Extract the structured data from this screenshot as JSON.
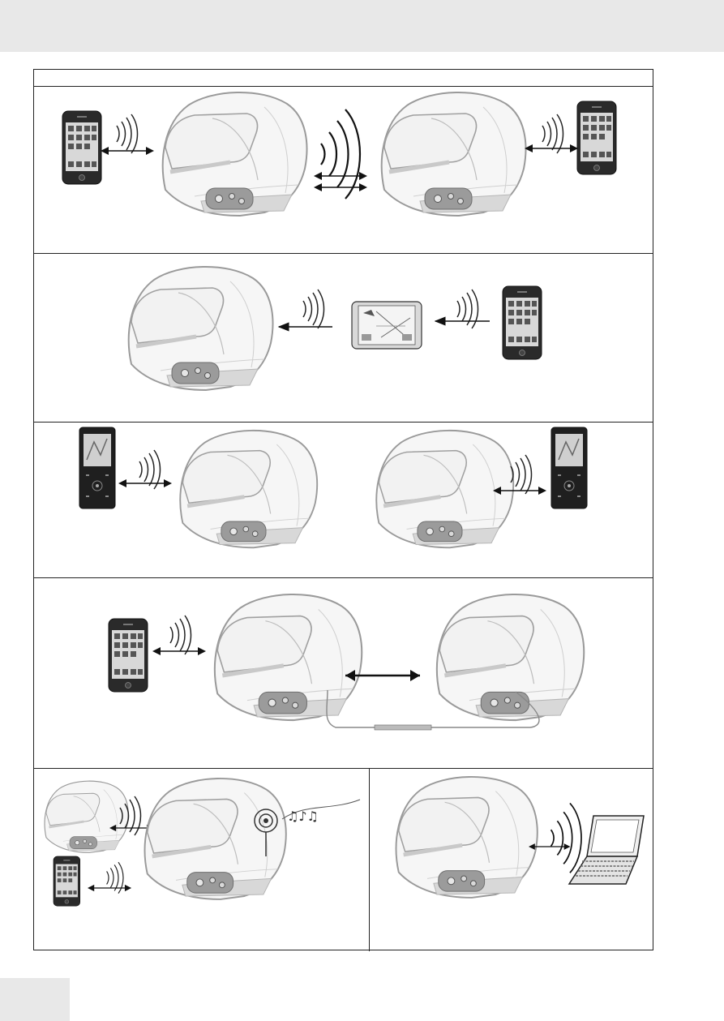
{
  "panels": [
    {
      "id": "rider-to-rider-intercom"
    },
    {
      "id": "gps-navigation"
    },
    {
      "id": "mp3-player-connection"
    },
    {
      "id": "wired-passenger-intercom"
    },
    {
      "id": "radio-and-phone"
    },
    {
      "id": "computer-connection"
    }
  ],
  "colors": {
    "helmet_fill": "#f6f6f6",
    "helmet_line": "#9a9a9a",
    "device_body": "#2a2a2a",
    "headset": "#9b9b9b",
    "arrow": "#111111"
  }
}
